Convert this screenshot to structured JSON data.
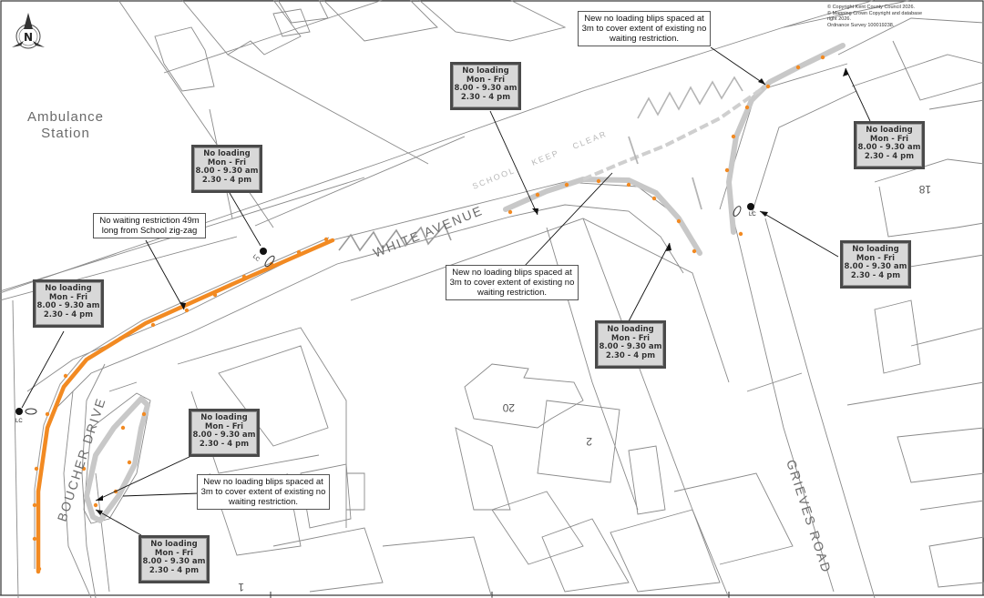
{
  "places": {
    "ambulance_line1": "Ambulance",
    "ambulance_line2": "Station"
  },
  "roads": {
    "white_avenue": "WHITE AVENUE",
    "boucher_drive": "BOUCHER DRIVE",
    "grieves_road": "GRIEVES ROAD"
  },
  "zigzag_text": {
    "school": "SCHOOL",
    "keep": "KEEP",
    "clear": "CLEAR"
  },
  "house_numbers": {
    "n18": "18",
    "n20": "20",
    "n2": "2",
    "n1": "1"
  },
  "north_arrow": {
    "letter": "N"
  },
  "copyright": {
    "line1": "© Copyright Kent County Council 2026.",
    "line2": "© Mapping Crown Copyright and database right 2026.",
    "line3": "Ordnance Survey 100019238."
  },
  "notes": {
    "no_waiting": "No waiting restriction 49m long from School zig-zag",
    "blips_top": "New no loading blips spaced at 3m to cover extent of existing no waiting restriction.",
    "blips_middle": "New no loading blips spaced at 3m to cover extent of existing no waiting restriction.",
    "blips_bottom": "New no loading blips spaced at 3m to cover extent of existing no waiting restriction."
  },
  "sign": {
    "line1": "No loading",
    "line2": "Mon - Fri",
    "line3": "8.00 - 9.30 am",
    "line4": "2.30 - 4 pm"
  },
  "lc_label": "LC",
  "colors": {
    "restriction_orange": "#f28a22",
    "existing_grey": "#c8c8c8",
    "outline_grey": "#8a8a8a"
  }
}
